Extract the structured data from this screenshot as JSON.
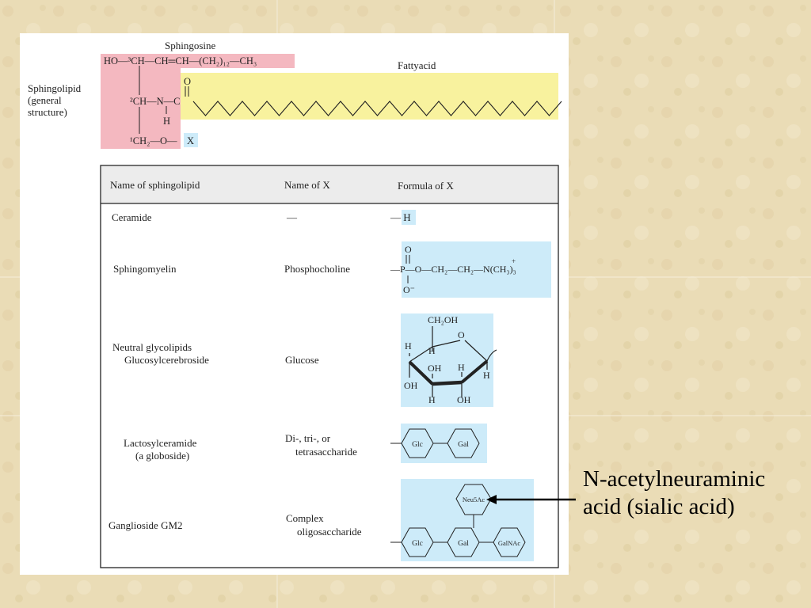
{
  "top": {
    "sphingolipid_label": [
      "Sphingolipid",
      "(general",
      "structure)"
    ],
    "sphingosine_label": "Sphingosine",
    "fatty_acid_label": "Fattyacid",
    "formula": {
      "c3_line": "HO—³CH—CH═CH—(CH₂)₁₂—CH₃",
      "c2_line": "²CH—N—C",
      "carbonyl_o": "O",
      "amide_h": "H",
      "c1_line": "¹CH₂—O—",
      "x": "X"
    }
  },
  "table": {
    "headers": [
      "Name of sphingolipid",
      "Name of X",
      "Formula of X"
    ],
    "rows": [
      {
        "name": [
          "Ceramide"
        ],
        "x_name": [
          "—"
        ],
        "formula": "— H"
      },
      {
        "name": [
          "Sphingomyelin"
        ],
        "x_name": [
          "Phosphocholine"
        ],
        "formula": "phosphocholine"
      },
      {
        "name": [
          "Neutral glycolipids",
          "Glucosylcerebroside"
        ],
        "x_name": [
          "Glucose"
        ],
        "formula": "glucose"
      },
      {
        "name": [
          "Lactosylceramide",
          "(a globoside)"
        ],
        "x_name": [
          "Di-, tri-, or",
          "tetrasaccharide"
        ],
        "formula": "Glc-Gal"
      },
      {
        "name": [
          "Ganglioside GM2"
        ],
        "x_name": [
          "Complex",
          "oligosaccharide"
        ],
        "formula": "GM2"
      }
    ],
    "phosphocholine": {
      "o_top": "O",
      "o_minus": "O⁻",
      "chain": "—P—O—CH₂—CH₂—N(CH₃)₃",
      "plus": "+"
    },
    "glucose": {
      "ch2oh": "CH₂OH",
      "o": "O",
      "h": "H",
      "oh": "OH"
    },
    "sugars": {
      "glc": "Glc",
      "gal": "Gal",
      "galnac": "GalNAc",
      "neu5ac": "Neu5Ac"
    }
  },
  "callout": {
    "line1": "N-acetylneuraminic",
    "line2": "acid (sialic acid)"
  },
  "colors": {
    "sphingosine": "#f4b8c0",
    "fatty_acid": "#f8f29e",
    "x_highlight": "#cdebf9",
    "background": "#e9dcb8"
  }
}
